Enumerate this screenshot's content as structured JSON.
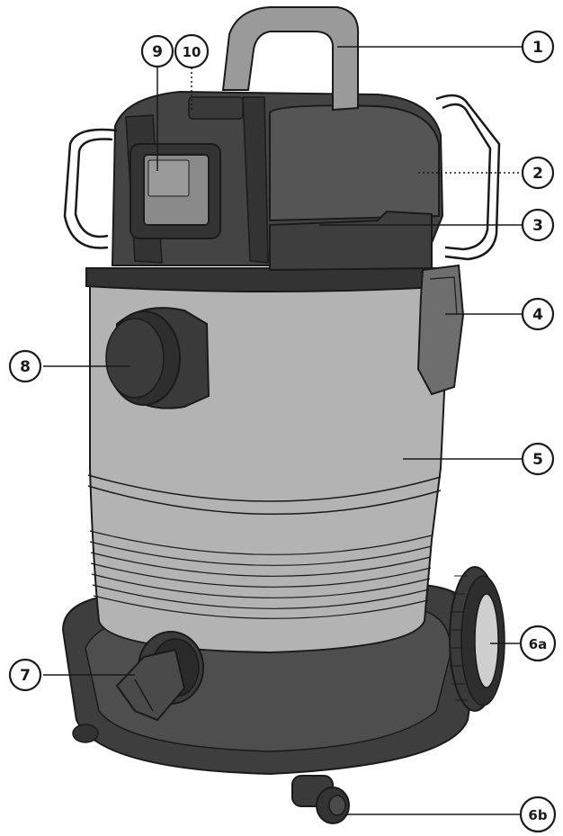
{
  "colors": {
    "outline": "#1a1a1a",
    "dark_body": "#4a4a4a",
    "darker_body": "#3a3a3a",
    "tank_silver": "#a9a9a9",
    "tank_light": "#bdbdbd",
    "handle_gray": "#9a9a9a",
    "switch_panel": "#8c8c8c",
    "wheel_hub": "#c8c8c8"
  },
  "icons": {
    "product": "wet-dry-vacuum-cleaner-illustration"
  },
  "callouts": [
    {
      "id": "c1",
      "label": "1"
    },
    {
      "id": "c2",
      "label": "2"
    },
    {
      "id": "c3",
      "label": "3"
    },
    {
      "id": "c4",
      "label": "4"
    },
    {
      "id": "c5",
      "label": "5"
    },
    {
      "id": "c6a",
      "label": "6a"
    },
    {
      "id": "c6b",
      "label": "6b"
    },
    {
      "id": "c7",
      "label": "7"
    },
    {
      "id": "c8",
      "label": "8"
    },
    {
      "id": "c9",
      "label": "9"
    },
    {
      "id": "c10",
      "label": "10"
    }
  ]
}
